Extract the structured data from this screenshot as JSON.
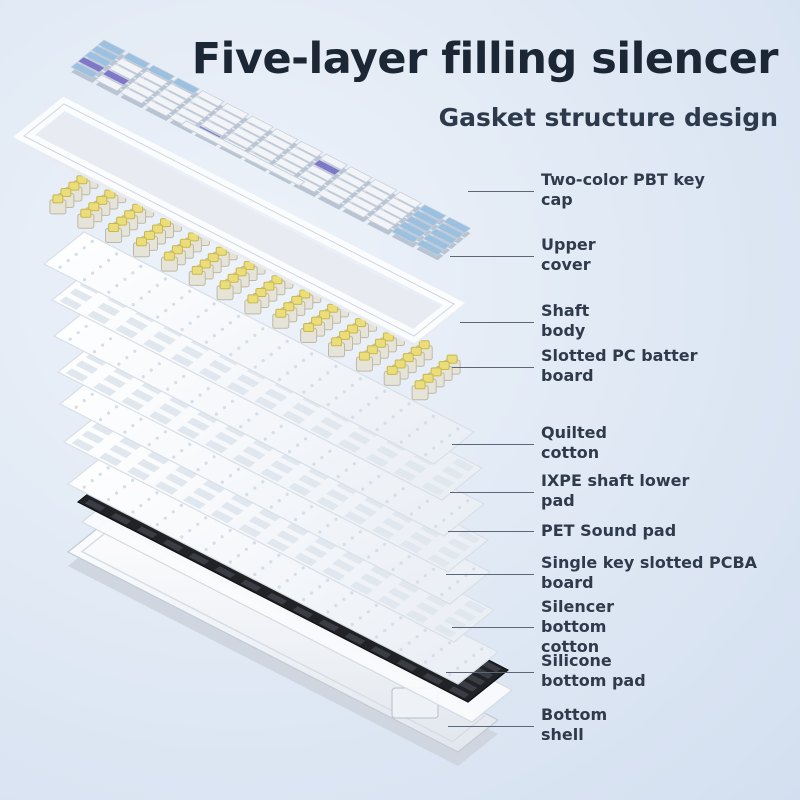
{
  "header": {
    "title": "Five-layer filling silencer",
    "subtitle": "Gasket structure design"
  },
  "layers": [
    {
      "id": "keycap",
      "label": "Two-color PBT key\ncap"
    },
    {
      "id": "upper-cover",
      "label": "Upper\ncover"
    },
    {
      "id": "shaft-body",
      "label": "Shaft\nbody"
    },
    {
      "id": "pc-board",
      "label": "Slotted PC batter\nboard"
    },
    {
      "id": "quilted-cotton",
      "label": "Quilted\ncotton"
    },
    {
      "id": "ixpe-pad",
      "label": "IXPE shaft lower\npad"
    },
    {
      "id": "pet-pad",
      "label": "PET Sound pad"
    },
    {
      "id": "pcba",
      "label": "Single key slotted PCBA\nboard"
    },
    {
      "id": "silencer-cotton",
      "label": "Silencer\nbottom\ncotton"
    },
    {
      "id": "silicone-pad",
      "label": "Silicone\nbottom pad"
    },
    {
      "id": "bottom-shell",
      "label": "Bottom\nshell"
    }
  ],
  "colors": {
    "background": "#e0e9f5",
    "keycap_white": "#f2f4f8",
    "keycap_blue": "#9cc0e0",
    "keycap_purple": "#7f78c8",
    "switch_yellow": "#eadd7a",
    "pcb_black": "#202226",
    "text": "#2f3a4a"
  }
}
